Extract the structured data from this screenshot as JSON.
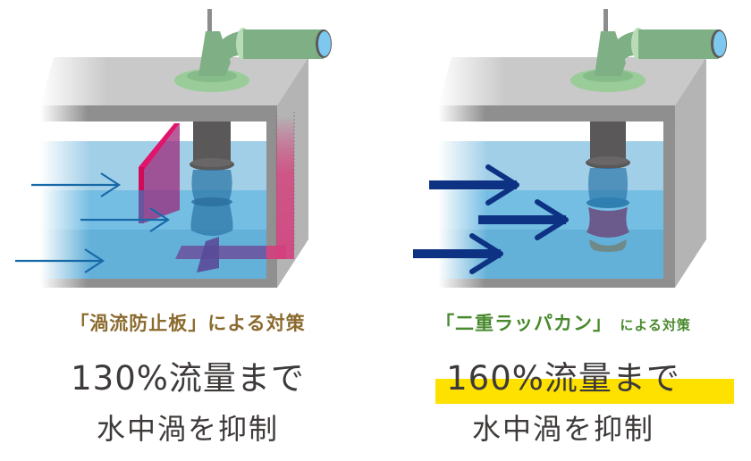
{
  "colors": {
    "left_heading": "#8b6a2e",
    "right_heading": "#4a8a2f",
    "body_text": "#3d3a39",
    "highlight": "#ffe100",
    "water_light": "#a2cfe8",
    "water_mid": "#74bde3",
    "water_deep": "#63b0d9",
    "box_top": "#c9c9c9",
    "box_front": "#8f8f8f",
    "pump_green": "#7fb085",
    "pump_green_light": "#a7d2ab",
    "pipe_gray": "#5a5858",
    "thin_arrow": "#1769a8",
    "bold_arrow": "#0d3283",
    "baffle_pink": "#e0146a",
    "baffle_purple": "#6a55a0",
    "wrap_purple": "#6b5a8c"
  },
  "left": {
    "icons": {
      "pump": "submersible-pump",
      "baffle": "anti-vortex-plate",
      "arrows": "water-flow-arrows-thin"
    },
    "heading_main": "「渦流防止板」による対策",
    "heading_small": "",
    "result": "130%流量まで",
    "sub": "水中渦を抑制"
  },
  "right": {
    "icons": {
      "pump": "submersible-pump",
      "wrap": "double-wrapper-can",
      "arrows": "water-flow-arrows-bold"
    },
    "heading_main": "「二重ラッパカン」",
    "heading_small": "による対策",
    "result": "160%流量まで",
    "sub": "水中渦を抑制"
  }
}
